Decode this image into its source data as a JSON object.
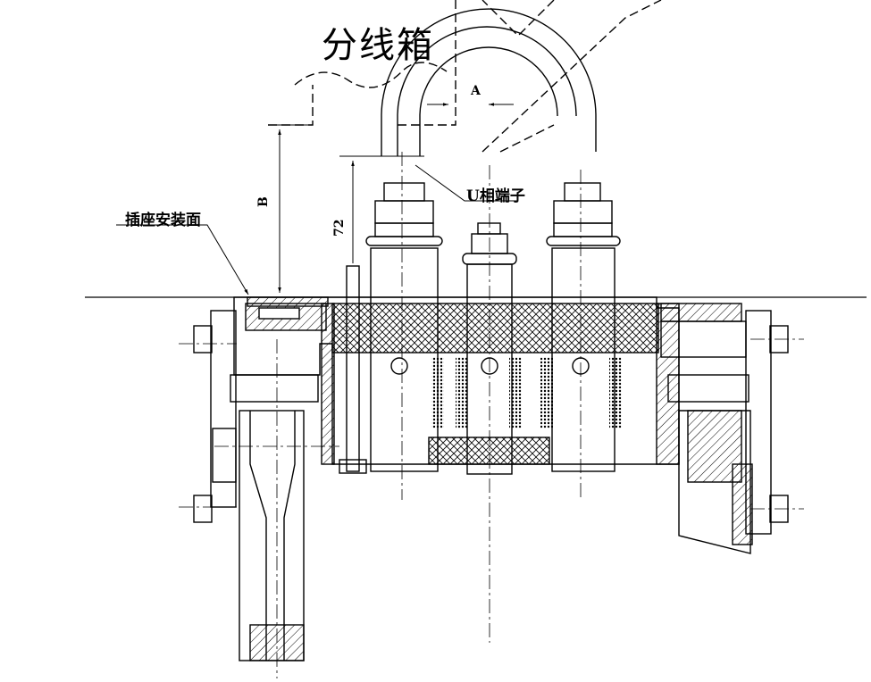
{
  "title": "分线箱",
  "labels": {
    "u_phase_terminal": "U相端子",
    "socket_mount_face": "插座安装面",
    "dim_a": "A",
    "dim_b": "B",
    "dim_72": "72"
  },
  "colors": {
    "line": "#000000",
    "background": "#ffffff"
  }
}
